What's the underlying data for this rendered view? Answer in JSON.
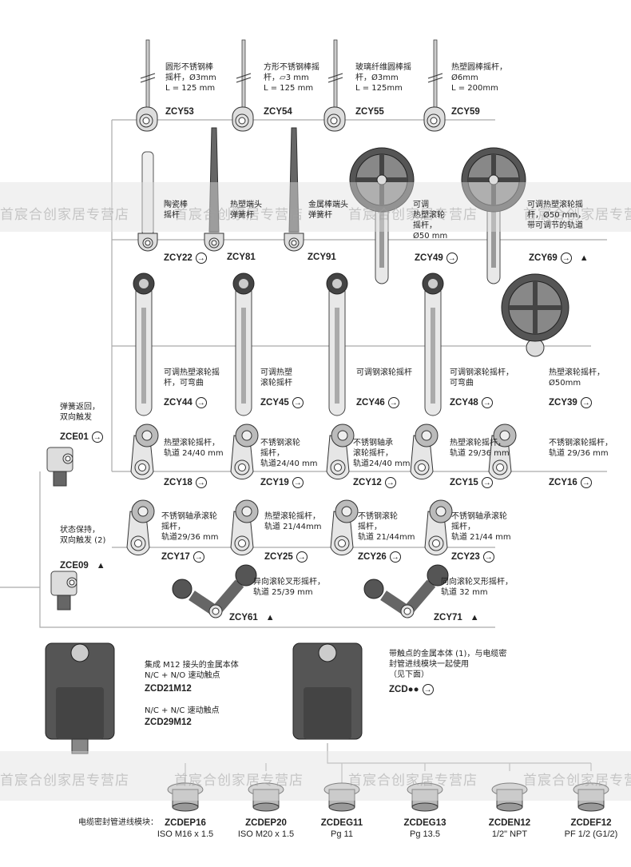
{
  "watermark": "首宸合创家居专营店",
  "items": [
    {
      "code": "ZCY53",
      "desc": [
        "圆形不锈钢棒",
        "摇杆，Ø3mm",
        "L = 125 mm"
      ],
      "arrow": false,
      "triangle": false
    },
    {
      "code": "ZCY54",
      "desc": [
        "方形不锈钢棒摇",
        "杆，▱3 mm",
        "L = 125 mm"
      ],
      "arrow": false,
      "triangle": false
    },
    {
      "code": "ZCY55",
      "desc": [
        "玻璃纤维圆棒摇",
        "杆，Ø3mm",
        "L = 125mm"
      ],
      "arrow": false,
      "triangle": false
    },
    {
      "code": "ZCY59",
      "desc": [
        "热塑圆棒摇杆，",
        "Ø6mm",
        "L = 200mm"
      ],
      "arrow": false,
      "triangle": false
    },
    {
      "code": "ZCY22",
      "desc": [
        "陶瓷棒",
        "摇杆"
      ],
      "arrow": true,
      "triangle": false
    },
    {
      "code": "ZCY81",
      "desc": [
        "热塑端头",
        "弹簧杆"
      ],
      "arrow": false,
      "triangle": false
    },
    {
      "code": "ZCY91",
      "desc": [
        "金属棒端头",
        "弹簧杆"
      ],
      "arrow": false,
      "triangle": false
    },
    {
      "code": "ZCY49",
      "desc": [
        "可调",
        "热塑滚轮",
        "摇杆，",
        "Ø50 mm"
      ],
      "arrow": true,
      "triangle": false
    },
    {
      "code": "ZCY69",
      "desc": [
        "可调热塑滚轮摇",
        "杆，Ø50 mm，",
        "带可调节的轨道"
      ],
      "arrow": true,
      "triangle": true
    },
    {
      "code": "ZCY44",
      "desc": [
        "可调热塑滚轮摇",
        "杆，可弯曲"
      ],
      "arrow": true,
      "triangle": false
    },
    {
      "code": "ZCY45",
      "desc": [
        "可调热塑",
        "滚轮摇杆"
      ],
      "arrow": true,
      "triangle": false
    },
    {
      "code": "ZCY46",
      "desc": [
        "可调钢滚轮摇杆"
      ],
      "arrow": true,
      "triangle": false
    },
    {
      "code": "ZCY48",
      "desc": [
        "可调钢滚轮摇杆，",
        "可弯曲"
      ],
      "arrow": true,
      "triangle": false
    },
    {
      "code": "ZCY39",
      "desc": [
        "热塑滚轮摇杆，",
        "Ø50mm"
      ],
      "arrow": true,
      "triangle": false
    },
    {
      "code": "ZCY18",
      "desc": [
        "热塑滚轮摇杆，",
        "轨道 24/40 mm"
      ],
      "arrow": true,
      "triangle": false
    },
    {
      "code": "ZCY19",
      "desc": [
        "不锈钢滚轮",
        "摇杆，",
        "轨道24/40 mm"
      ],
      "arrow": true,
      "triangle": false
    },
    {
      "code": "ZCY12",
      "desc": [
        "不锈钢轴承",
        "滚轮摇杆，",
        "轨道24/40 mm"
      ],
      "arrow": true,
      "triangle": false
    },
    {
      "code": "ZCY15",
      "desc": [
        "热塑滚轮摇杆，",
        "轨道 29/36 mm"
      ],
      "arrow": true,
      "triangle": false
    },
    {
      "code": "ZCY16",
      "desc": [
        "不锈钢滚轮摇杆，",
        "轨道 29/36 mm"
      ],
      "arrow": true,
      "triangle": false
    },
    {
      "code": "ZCY17",
      "desc": [
        "不锈钢轴承滚轮",
        "摇杆，",
        "轨道29/36 mm"
      ],
      "arrow": true,
      "triangle": false
    },
    {
      "code": "ZCY25",
      "desc": [
        "热塑滚轮摇杆，",
        "轨道 21/44mm"
      ],
      "arrow": true,
      "triangle": false
    },
    {
      "code": "ZCY26",
      "desc": [
        "不锈钢滚轮",
        "摇杆，",
        "轨道 21/44mm"
      ],
      "arrow": true,
      "triangle": false
    },
    {
      "code": "ZCY23",
      "desc": [
        "不锈钢轴承滚轮",
        "摇杆，",
        "轨道 21/44 mm"
      ],
      "arrow": true,
      "triangle": false
    },
    {
      "code": "ZCY61",
      "desc": [
        "异向滚轮叉形摇杆，",
        "轨道 25/39 mm"
      ],
      "arrow": false,
      "triangle": true
    },
    {
      "code": "ZCY71",
      "desc": [
        "同向滚轮叉形摇杆，",
        "轨道 32 mm"
      ],
      "arrow": false,
      "triangle": true
    }
  ],
  "heads": [
    {
      "code": "ZCE01",
      "desc": [
        "弹簧返回，",
        "双向触发"
      ],
      "arrow": true,
      "triangle": false
    },
    {
      "code": "ZCE09",
      "desc": [
        "状态保持，",
        "双向触发 (2)"
      ],
      "arrow": false,
      "triangle": true
    }
  ],
  "bodies": {
    "left_desc": [
      "集成 M12 接头的金属本体",
      "N/C + N/O 速动触点"
    ],
    "left_code1": "ZCD21M12",
    "left_desc2": "N/C + N/C 速动触点",
    "left_code2": "ZCD29M12",
    "right_desc": [
      "带触点的金属本体 (1)，与电缆密",
      "封管进线模块一起使用",
      "（见下面）"
    ],
    "right_code": "ZCD●●"
  },
  "modules": {
    "label": "电缆密封管进线模块：",
    "items": [
      {
        "code": "ZCDEP16",
        "spec": "ISO M16 x 1.5"
      },
      {
        "code": "ZCDEP20",
        "spec": "ISO M20 x 1.5"
      },
      {
        "code": "ZCDEG11",
        "spec": "Pg 11"
      },
      {
        "code": "ZCDEG13",
        "spec": "Pg 13.5"
      },
      {
        "code": "ZCDEN12",
        "spec": "1/2\" NPT"
      },
      {
        "code": "ZCDEF12",
        "spec": "PF 1/2 (G1/2)"
      }
    ]
  },
  "symbols": {
    "arrow": "→",
    "triangle": "▲"
  }
}
